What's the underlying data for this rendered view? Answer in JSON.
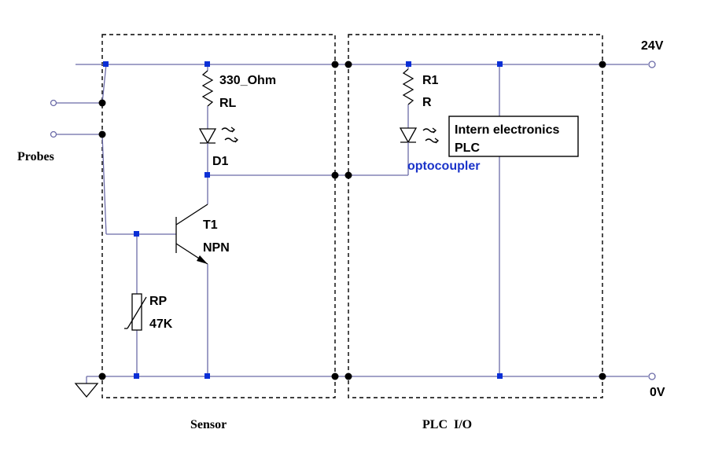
{
  "supply": {
    "positive": "24V",
    "ground": "0V"
  },
  "probes_label": "Probes",
  "sensor": {
    "label": "Sensor",
    "resistor_value": "330_Ohm",
    "resistor_name": "RL",
    "led_name": "D1",
    "transistor_name": "T1",
    "transistor_type": "NPN",
    "rp_name": "RP",
    "rp_value": "47K"
  },
  "plc": {
    "label": "PLC  I/O",
    "resistor_name": "R1",
    "resistor_value": "R",
    "optocoupler_label": "optocoupler",
    "box_line1": "Intern electronics",
    "box_line2": "PLC"
  }
}
